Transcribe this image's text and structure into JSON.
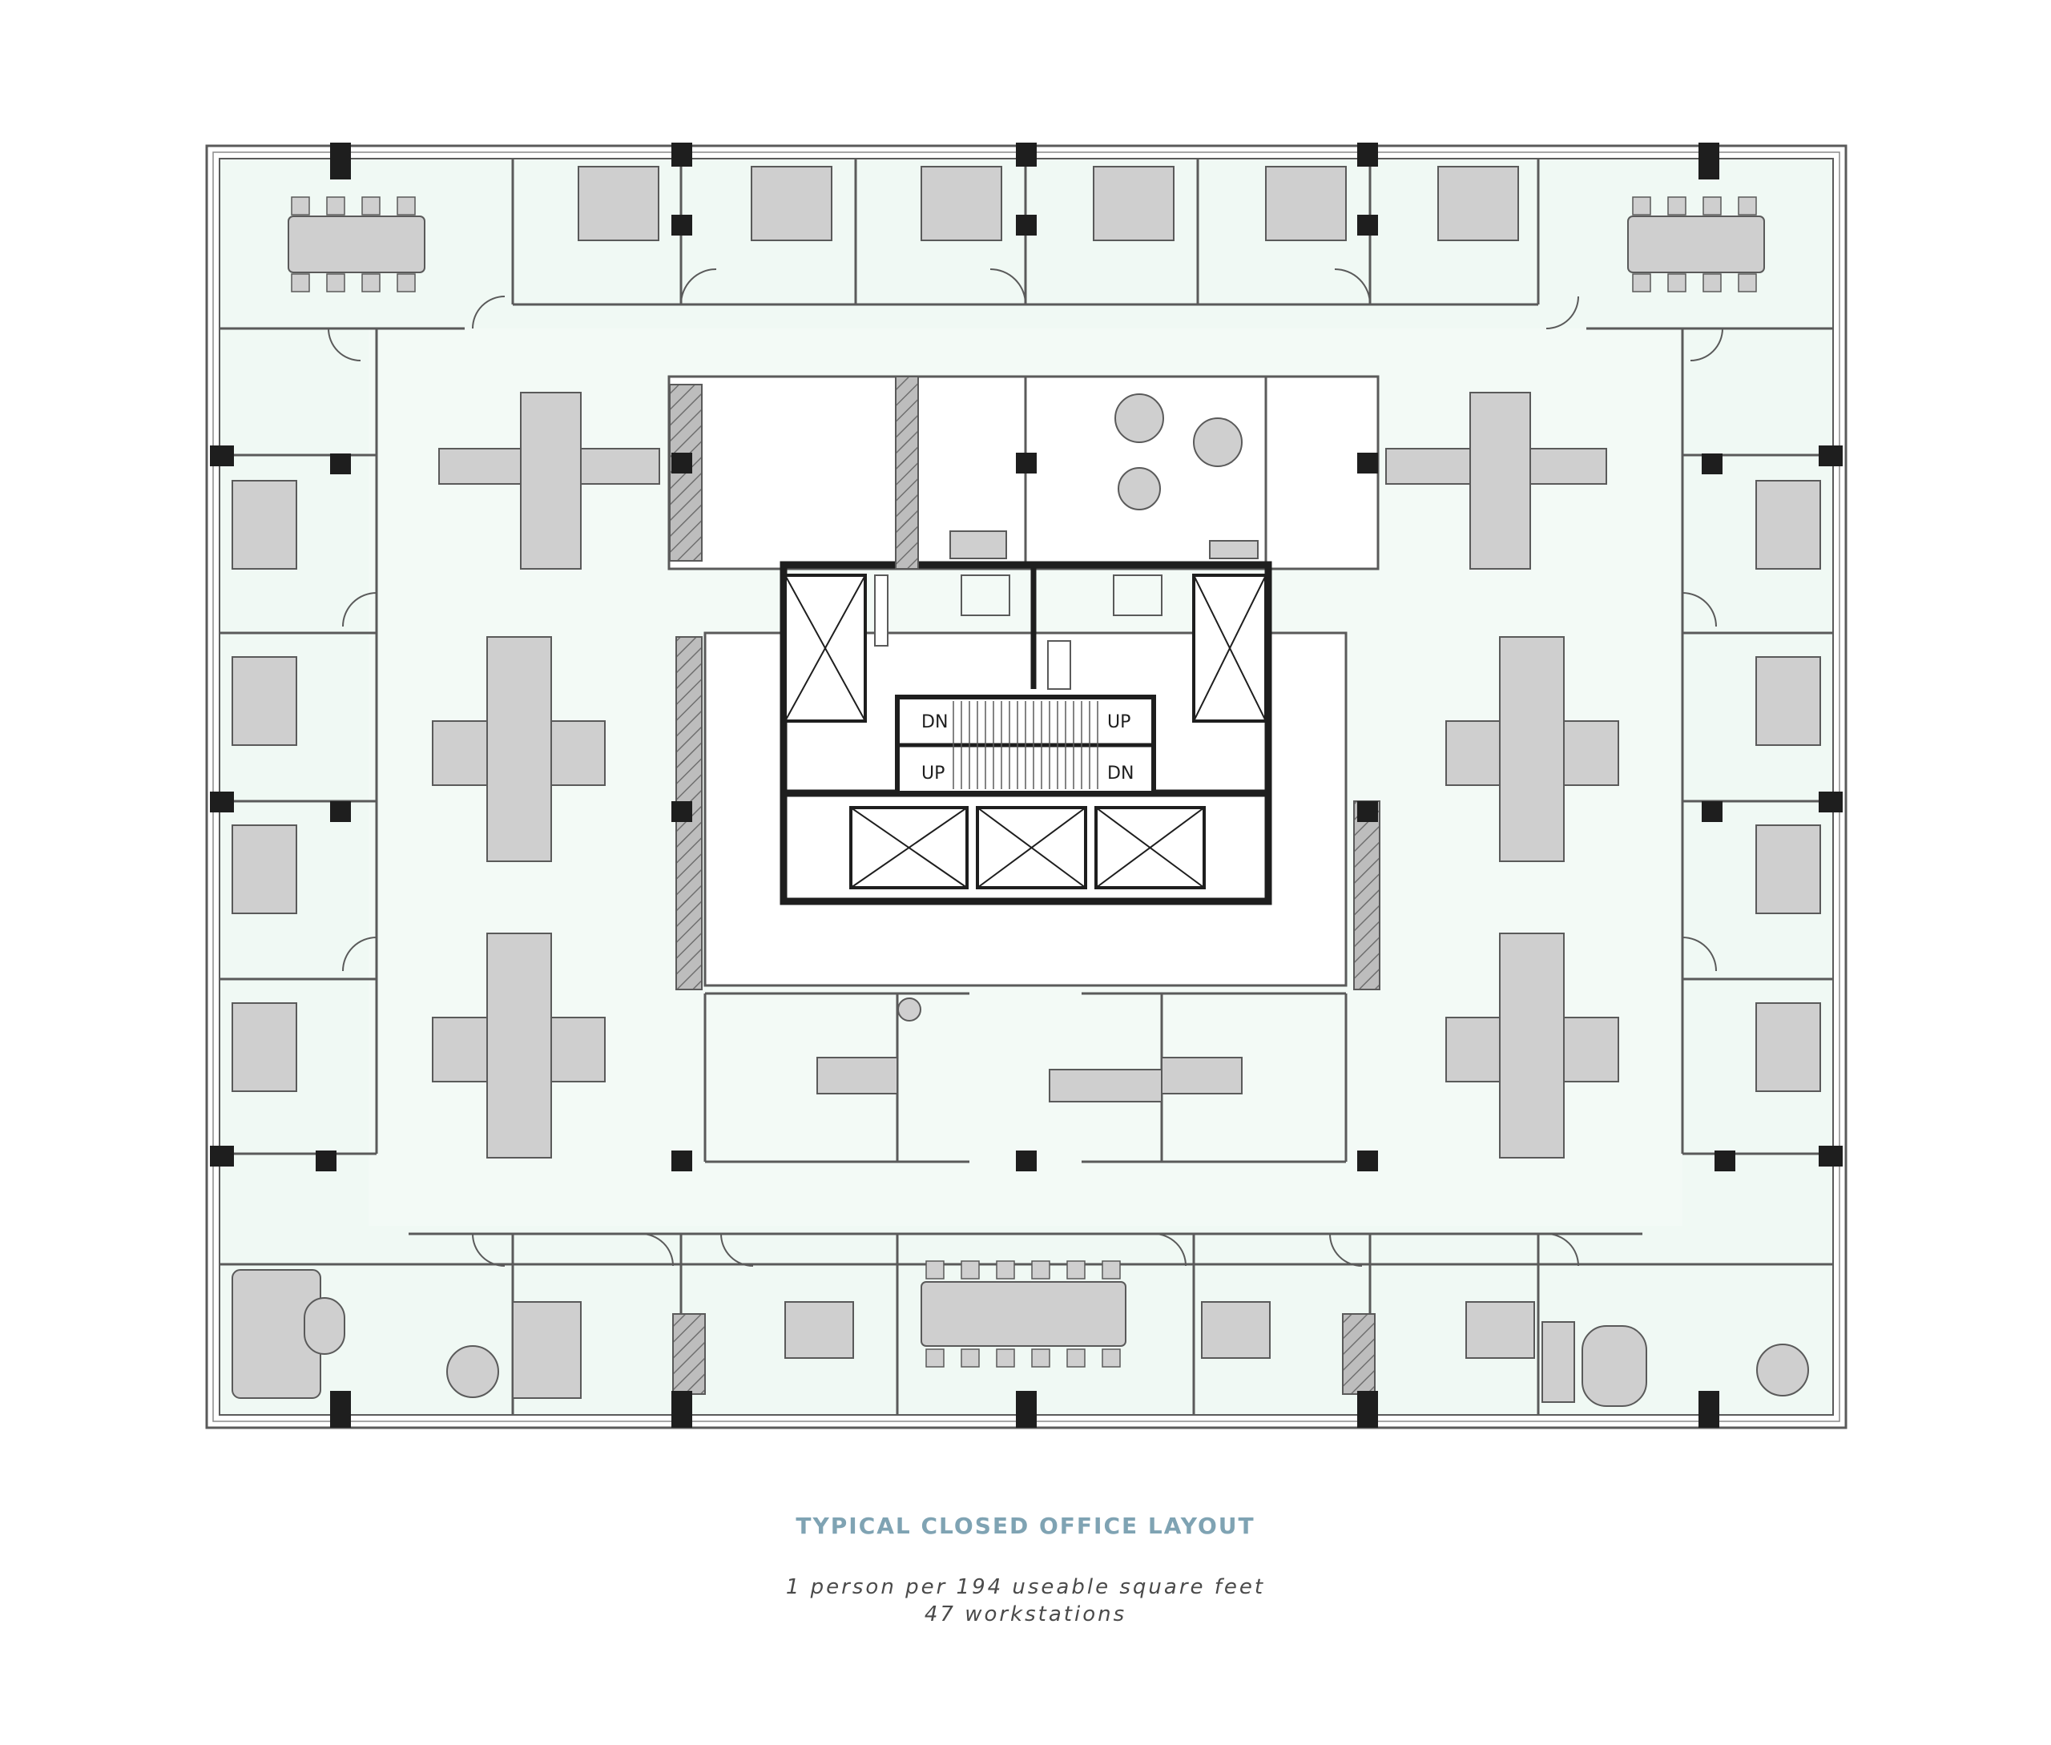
{
  "caption": {
    "title": "TYPICAL CLOSED OFFICE LAYOUT",
    "density": "1 person per 194 useable square feet",
    "workstations": "47 workstations"
  },
  "stairs": {
    "labels": [
      "DN",
      "UP",
      "UP",
      "DN"
    ]
  },
  "colors": {
    "floor": "#f0f9f4",
    "furniture": "#cfcfcf",
    "wall": "#5a5a5a",
    "column": "#1e1e1e",
    "caption_title": "#7fa3b3"
  },
  "icons": {
    "conference_table": "rounded-rect",
    "round_table": "circle-with-chairs",
    "chair": "small-rect",
    "elevator": "crossed-box",
    "column": "black-square"
  }
}
